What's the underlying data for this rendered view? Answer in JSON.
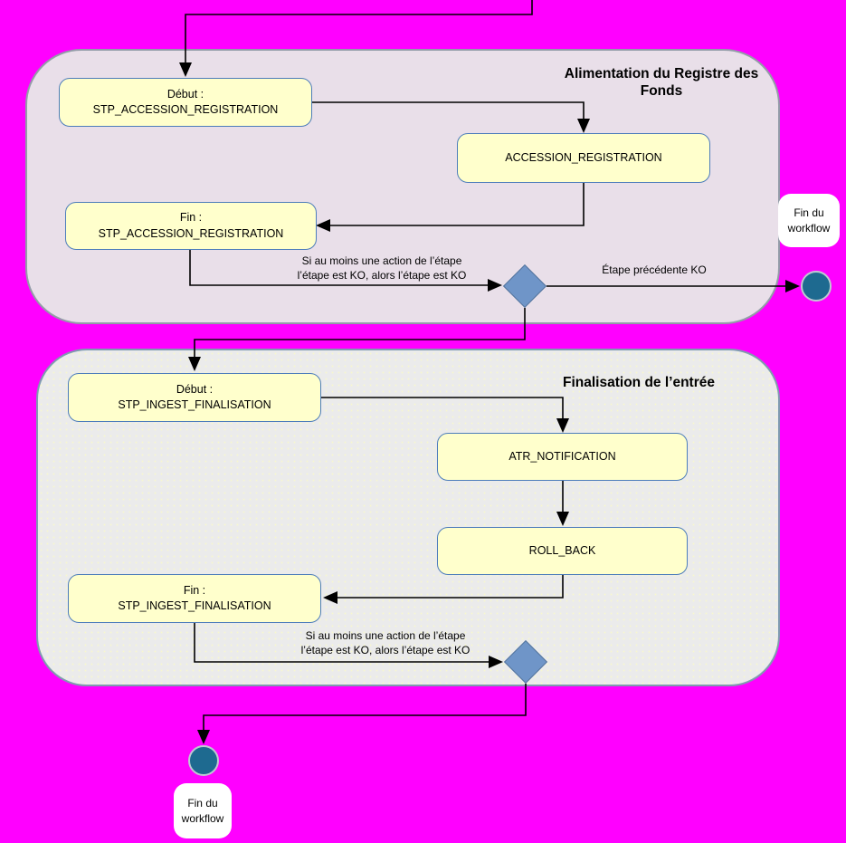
{
  "colors": {
    "background": "#ff00ff",
    "container1_fill": "#e9dfe9",
    "container2_fill": "#ebebeb",
    "node_fill": "#ffffcc",
    "node_border": "#4d7dbb",
    "diamond_fill": "#6f95c8",
    "end_node_fill": "#1e6a90",
    "line": "#000000"
  },
  "containers": [
    {
      "title": "Alimentation du Registre des Fonds",
      "nodes": {
        "start": "Début :\nSTP_ACCESSION_REGISTRATION",
        "action": "ACCESSION_REGISTRATION",
        "end": "Fin :\nSTP_ACCESSION_REGISTRATION"
      },
      "annotation": "Si au moins une action de l’étape\nl’étape est KO, alors l’étape est KO",
      "edge_label": "Étape précédente KO",
      "workflow_end_label": "Fin du workflow"
    },
    {
      "title": "Finalisation de l’entrée",
      "nodes": {
        "start": "Début :\nSTP_INGEST_FINALISATION",
        "action1": "ATR_NOTIFICATION",
        "action2": "ROLL_BACK",
        "end": "Fin :\nSTP_INGEST_FINALISATION"
      },
      "annotation": "Si au moins une action de l’étape\nl’étape est KO, alors l’étape est KO",
      "workflow_end_label": "Fin du workflow"
    }
  ]
}
